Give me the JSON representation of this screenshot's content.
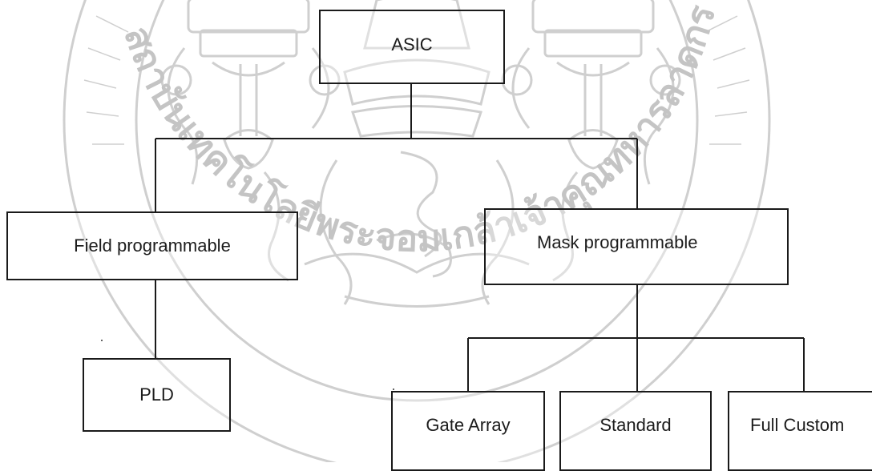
{
  "diagram": {
    "nodes": [
      {
        "id": "asic",
        "label": "ASIC"
      },
      {
        "id": "field",
        "label": "Field programmable"
      },
      {
        "id": "mask",
        "label": "Mask programmable"
      },
      {
        "id": "pld",
        "label": "PLD"
      },
      {
        "id": "gate",
        "label": "Gate Array"
      },
      {
        "id": "standard",
        "label": "Standard"
      },
      {
        "id": "custom",
        "label": "Full Custom"
      }
    ],
    "edges": [
      {
        "from": "asic",
        "to": "field"
      },
      {
        "from": "asic",
        "to": "mask"
      },
      {
        "from": "field",
        "to": "pld"
      },
      {
        "from": "mask",
        "to": "gate"
      },
      {
        "from": "mask",
        "to": "standard"
      },
      {
        "from": "mask",
        "to": "custom"
      }
    ]
  },
  "watermark": {
    "kind": "university-seal",
    "text": "สถาบันเทคโนโลยีพระจอมเกล้าเจ้าคุณทหารลาดกระบัง",
    "color": "#c8c8c8"
  },
  "colors": {
    "line": "#1a1a1a",
    "text": "#1c1c1c",
    "background": "#ffffff"
  }
}
